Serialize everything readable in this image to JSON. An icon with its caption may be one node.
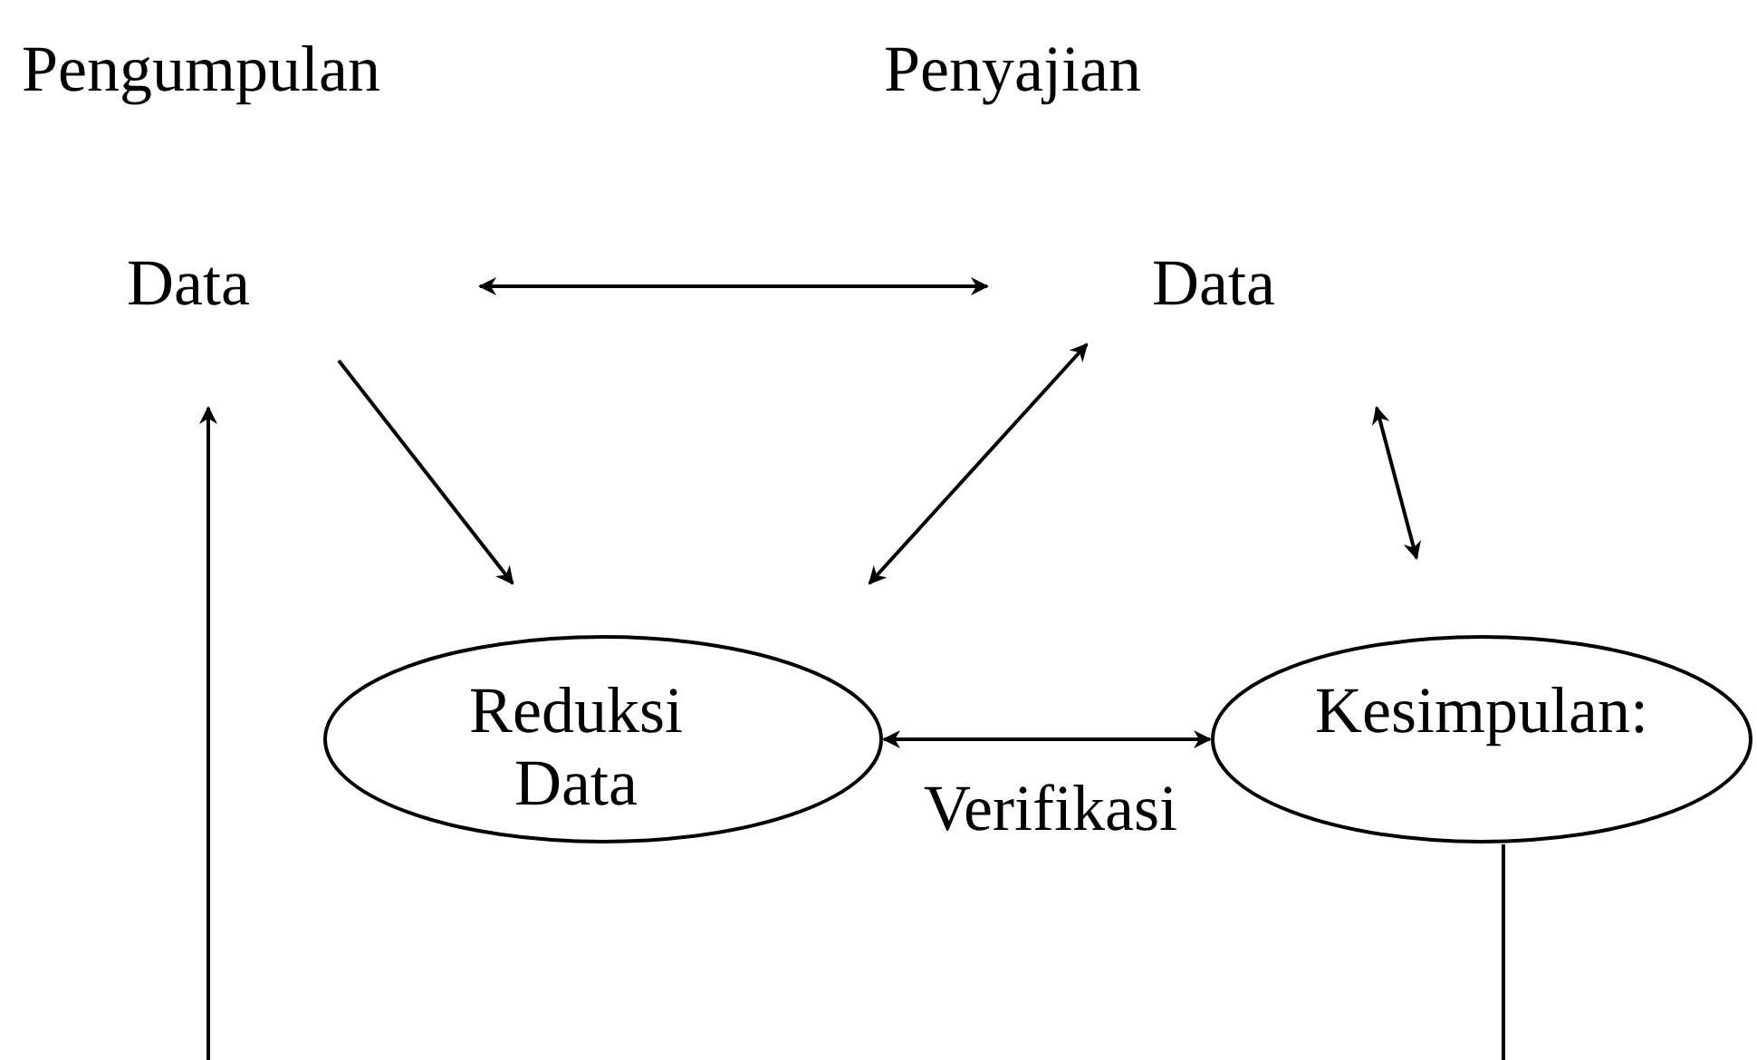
{
  "diagram": {
    "nodes": [
      {
        "text": [
          "Pengumpulan",
          "Data"
        ]
      },
      {
        "text": [
          "Penyajian",
          "Data"
        ]
      },
      {
        "text": [
          "Reduksi Data"
        ]
      },
      {
        "text": [
          "Kesimpulan:"
        ],
        "beside": [
          "Verifikasi"
        ]
      }
    ],
    "edges": [
      {
        "from": 0,
        "to": 1,
        "arrow": "both"
      },
      {
        "from": 0,
        "to": 2,
        "arrow": "to"
      },
      {
        "from": 1,
        "to": 2,
        "arrow": "both"
      },
      {
        "from": 1,
        "to": 3,
        "arrow": "both"
      },
      {
        "from": 2,
        "to": 3,
        "arrow": "both"
      },
      {
        "from": null,
        "to": 0,
        "arrow": "to"
      },
      {
        "from": 3,
        "to": null,
        "arrow": "none"
      }
    ]
  }
}
